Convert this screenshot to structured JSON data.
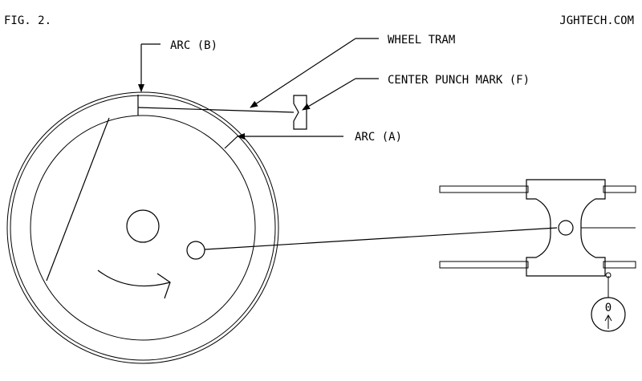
{
  "figure_label": "FIG. 2.",
  "site": "JGHTECH.COM",
  "labels": {
    "arc_b": "ARC (B)",
    "wheel_tram": "WHEEL TRAM",
    "center_punch": "CENTER PUNCH MARK (F)",
    "arc_a": "ARC (A)"
  },
  "gauge_digit": "0",
  "colors": {
    "ink": "#000000",
    "background": "#ffffff"
  },
  "icons": [
    "rotation-arrow-icon",
    "indicator-arrow-icon"
  ]
}
